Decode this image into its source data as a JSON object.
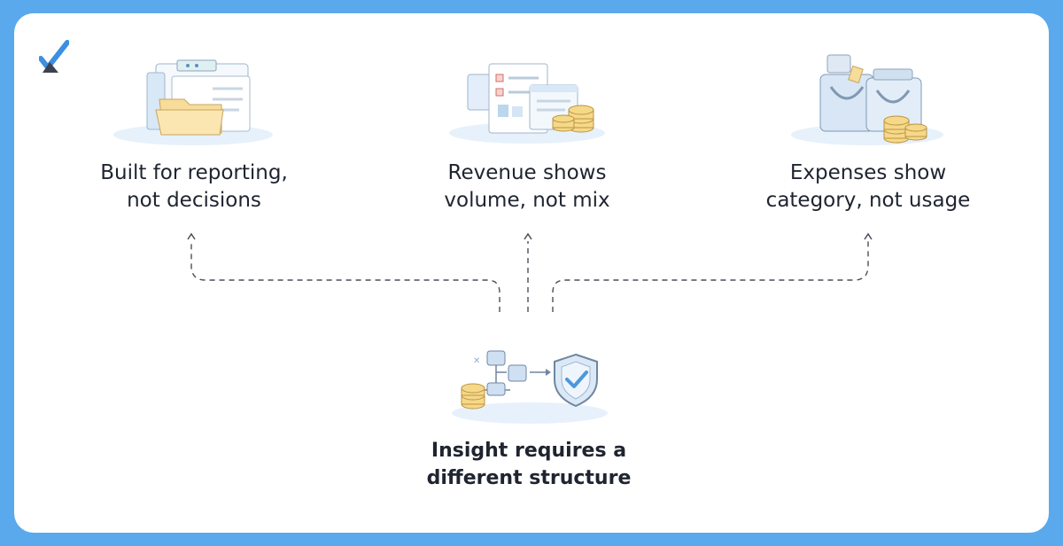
{
  "top_items": [
    {
      "line1": "Built for reporting,",
      "line2": "not decisions",
      "illustration": "folder-documents-icon"
    },
    {
      "line1": "Revenue shows",
      "line2": "volume, not mix",
      "illustration": "invoice-coins-icon"
    },
    {
      "line1": "Expenses show",
      "line2": "category, not usage",
      "illustration": "shopping-bags-coins-icon"
    }
  ],
  "bottom_item": {
    "line1": "Insight requires a",
    "line2": "different structure",
    "illustration": "data-flow-shield-icon"
  },
  "colors": {
    "frame": "#5aa9ec",
    "card": "#ffffff",
    "logo_blue": "#3d8fe0",
    "logo_dark": "#3b4250",
    "text": "#1f2430",
    "connector": "#4a4f5a"
  }
}
